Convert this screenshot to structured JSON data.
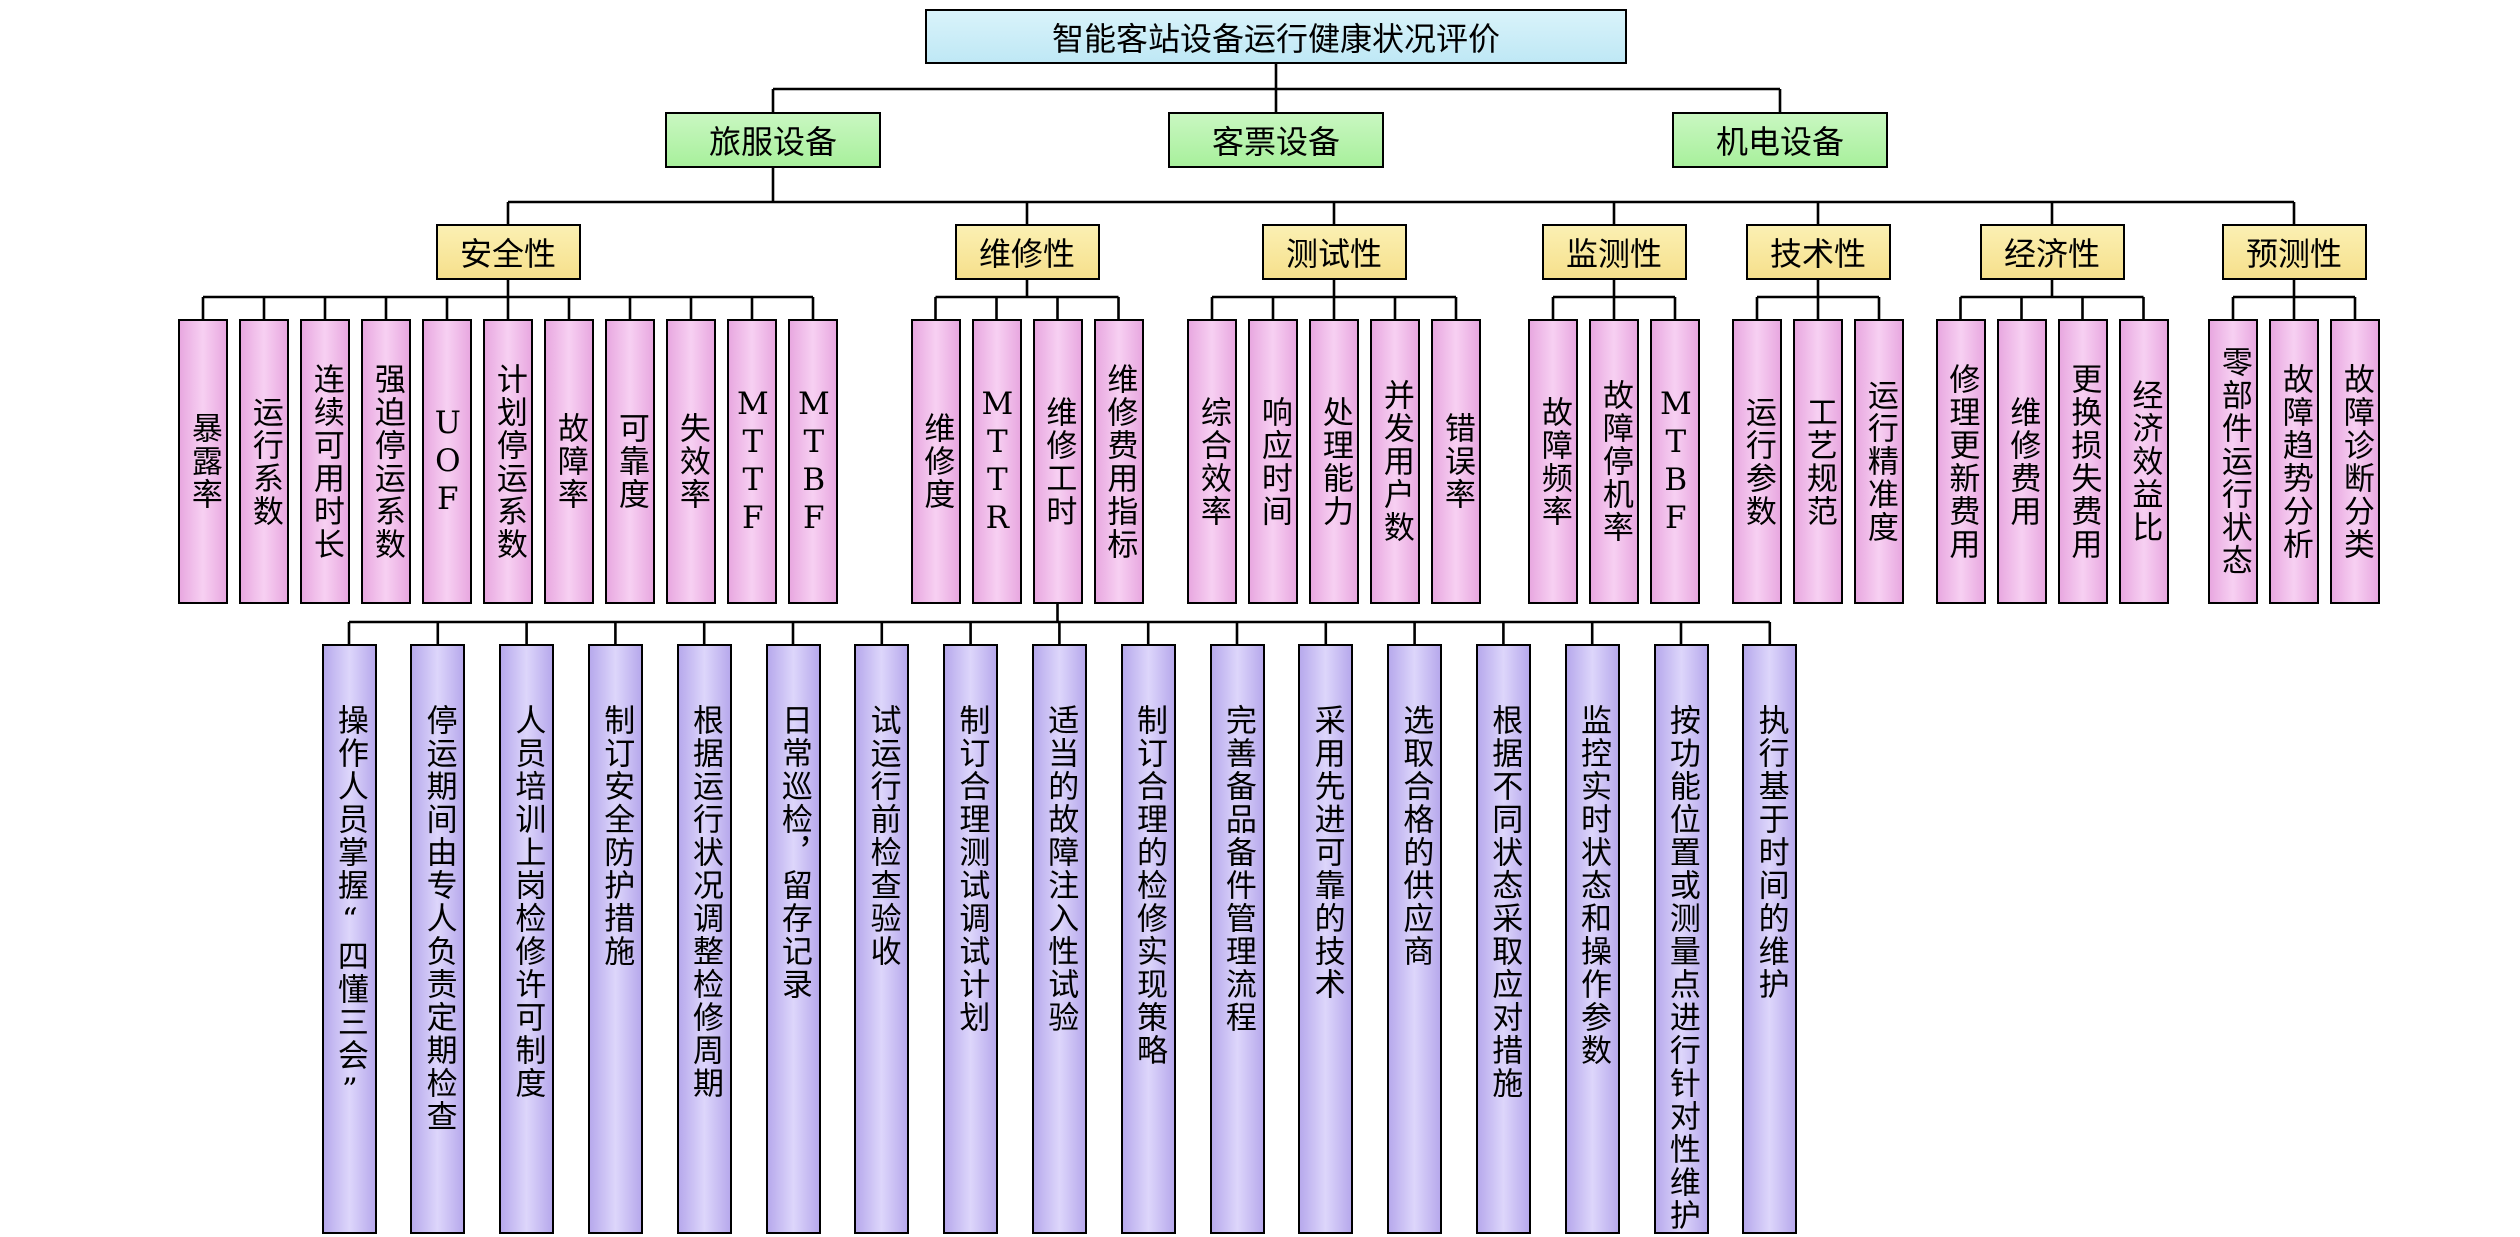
{
  "root": "智能客站设备运行健康状况评价",
  "categories": [
    "旅服设备",
    "客票设备",
    "机电设备"
  ],
  "attributes": [
    {
      "label": "安全性",
      "indicators": [
        "暴露率",
        "运行系数",
        "连续可用时长",
        "强迫停运系数",
        "UOF",
        "计划停运系数",
        "故障率",
        "可靠度",
        "失效率",
        "MTTF",
        "MTBF"
      ]
    },
    {
      "label": "维修性",
      "indicators": [
        "维修度",
        "MTTR",
        "维修工时",
        "维修费用指标"
      ]
    },
    {
      "label": "测试性",
      "indicators": [
        "综合效率",
        "响应时间",
        "处理能力",
        "并发用户数",
        "错误率"
      ]
    },
    {
      "label": "监测性",
      "indicators": [
        "故障频率",
        "故障停机率",
        "MTBF"
      ]
    },
    {
      "label": "技术性",
      "indicators": [
        "运行参数",
        "工艺规范",
        "运行精准度"
      ]
    },
    {
      "label": "经济性",
      "indicators": [
        "修理更新费用",
        "维修费用",
        "更换损失费用",
        "经济效益比"
      ]
    },
    {
      "label": "预测性",
      "indicators": [
        "零部件运行状态",
        "故障趋势分析",
        "故障诊断分类"
      ]
    }
  ],
  "measures": [
    "操作人员掌握“四懂三会”",
    "停运期间由专人负责定期检查",
    "人员培训上岗检修许可制度",
    "制订安全防护措施",
    "根据运行状况调整检修周期",
    "日常巡检，留存记录",
    "试运行前检查验收",
    "制订合理测试调试计划",
    "适当的故障注入性试验",
    "制订合理的检修实现策略",
    "完善备品备件管理流程",
    "采用先进可靠的技术",
    "选取合格的供应商",
    "根据不同状态采取应对措施",
    "监控实时状态和操作参数",
    "按功能位置或测量点进行针对性维护",
    "执行基于时间的维护"
  ]
}
